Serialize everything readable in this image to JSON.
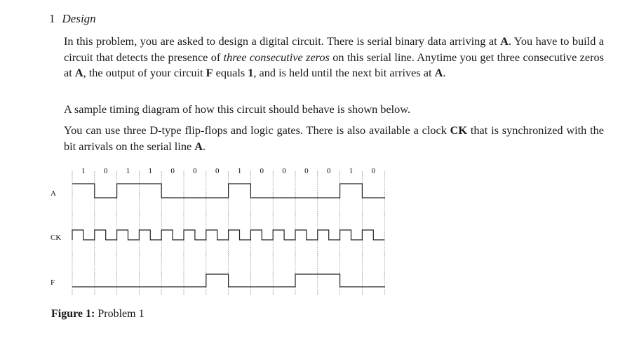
{
  "section": {
    "number": "1",
    "title": "Design"
  },
  "paragraph1": {
    "t1": "In this problem, you are asked to design a digital circuit. There is serial binary data arriving at ",
    "a1": "A",
    "t2": ". You have to build a circuit that detects the presence of ",
    "emph": "three consecutive zeros",
    "t3": " on this serial line. Anytime you get three consecutive zeros at ",
    "a2": "A",
    "t4": ", the output of your circuit ",
    "f": "F",
    "t5": " equals ",
    "one": "1",
    "t6": ", and is held until the next bit arrives at ",
    "a3": "A",
    "t7": "."
  },
  "paragraph2": "A sample timing diagram of how this circuit should behave is shown below.",
  "paragraph3": {
    "t1": "You can use three D-type flip-flops and logic gates. There is also available a clock ",
    "ck": "CK",
    "t2": " that is synchronized with the bit arrivals on the serial line ",
    "a": "A",
    "t3": "."
  },
  "timing": {
    "bits": [
      "1",
      "0",
      "1",
      "1",
      "0",
      "0",
      "0",
      "1",
      "0",
      "0",
      "0",
      "0",
      "1",
      "0"
    ],
    "signals": [
      {
        "name": "A",
        "levels": [
          1,
          0,
          1,
          1,
          0,
          0,
          0,
          1,
          0,
          0,
          0,
          0,
          1,
          0
        ]
      },
      {
        "name": "CK",
        "clock": true
      },
      {
        "name": "F",
        "levels": [
          0,
          0,
          0,
          0,
          0,
          0,
          1,
          0,
          0,
          0,
          1,
          1,
          0,
          0
        ]
      }
    ]
  },
  "figure": {
    "label": "Figure 1:",
    "text": "Problem 1"
  }
}
